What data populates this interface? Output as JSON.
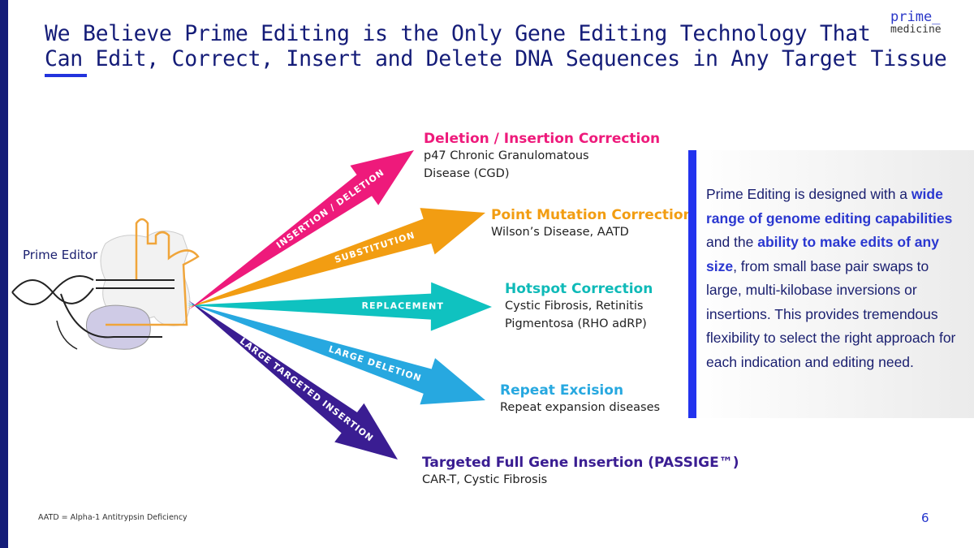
{
  "title": [
    "We Believe Prime Editing is the Only Gene Editing Technology That",
    "Can Edit, Correct, Insert and Delete DNA Sequences in Any Target Tissue"
  ],
  "logo": {
    "line1": "prime_",
    "line2": "medicine"
  },
  "diagram_label": "Prime Editor",
  "arrows": [
    {
      "label": "INSERTION / DELETION",
      "color": "#ee1a7b"
    },
    {
      "label": "SUBSTITUTION",
      "color": "#f29d12"
    },
    {
      "label": "REPLACEMENT",
      "color": "#0fc2c0"
    },
    {
      "label": "LARGE DELETION",
      "color": "#27a8e0"
    },
    {
      "label": "LARGE TARGETED INSERTION",
      "color": "#3a1d92"
    }
  ],
  "outcomes": [
    {
      "heading": "Deletion / Insertion Correction",
      "lines": [
        "p47 Chronic Granulomatous",
        "Disease (CGD)"
      ]
    },
    {
      "heading": "Point Mutation Correction",
      "lines": [
        "Wilson’s Disease, AATD"
      ]
    },
    {
      "heading": "Hotspot Correction",
      "lines": [
        "Cystic Fibrosis, Retinitis",
        "Pigmentosa (RHO adRP)"
      ]
    },
    {
      "heading": "Repeat Excision",
      "lines": [
        "Repeat expansion diseases"
      ]
    },
    {
      "heading": "Targeted Full Gene Insertion (PASSIGE™)",
      "lines": [
        "CAR-T, Cystic Fibrosis"
      ]
    }
  ],
  "panel": {
    "t1": "Prime Editing is designed with a ",
    "b1": "wide range of genome editing capabilities",
    "t2": " and the ",
    "b2": "ability to make edits of any size",
    "t3": ", from small base pair swaps to large, multi-kilobase inversions or insertions. This provides tremendous flexibility to select the right approach for each indication and editing need."
  },
  "footnote": "AATD = Alpha-1 Antitrypsin Deficiency",
  "page_number": "6"
}
